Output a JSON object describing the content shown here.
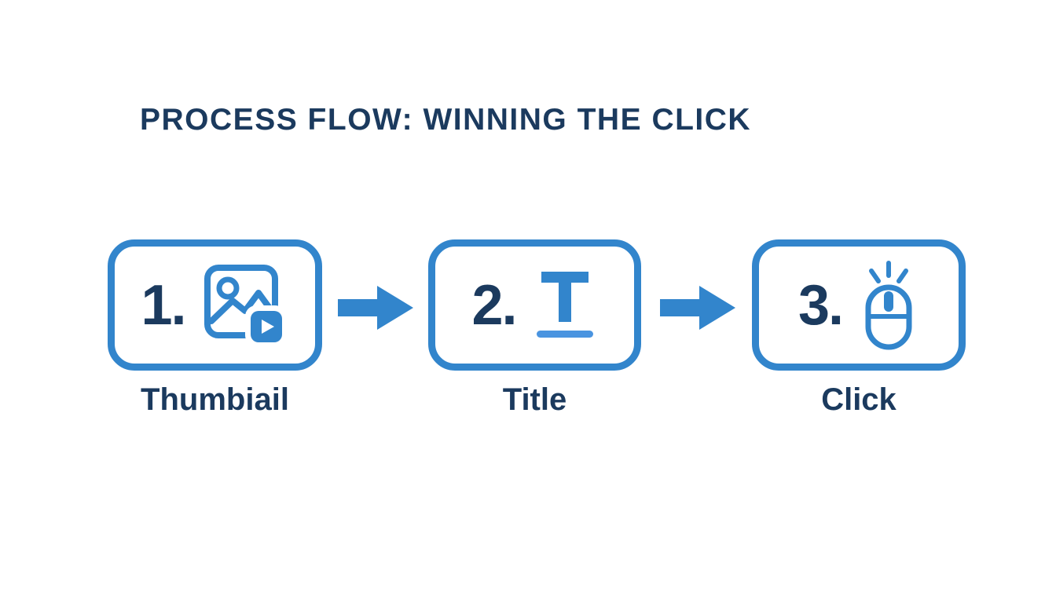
{
  "page": {
    "background": "#ffffff",
    "colors": {
      "accent_blue": "#3285cc",
      "light_blue": "#4a94e0",
      "navy": "#1b3a5e"
    }
  },
  "header": {
    "title": "PROCESS FLOW: WINNING THE CLICK"
  },
  "flow": {
    "steps": [
      {
        "number": "1.",
        "icon": "video-thumbnail-icon",
        "label": "Thumbiail"
      },
      {
        "number": "2.",
        "icon": "title-text-icon",
        "label": "Title"
      },
      {
        "number": "3.",
        "icon": "mouse-click-icon",
        "label": "Click"
      }
    ],
    "connectors": [
      "arrow-right",
      "arrow-right"
    ]
  }
}
